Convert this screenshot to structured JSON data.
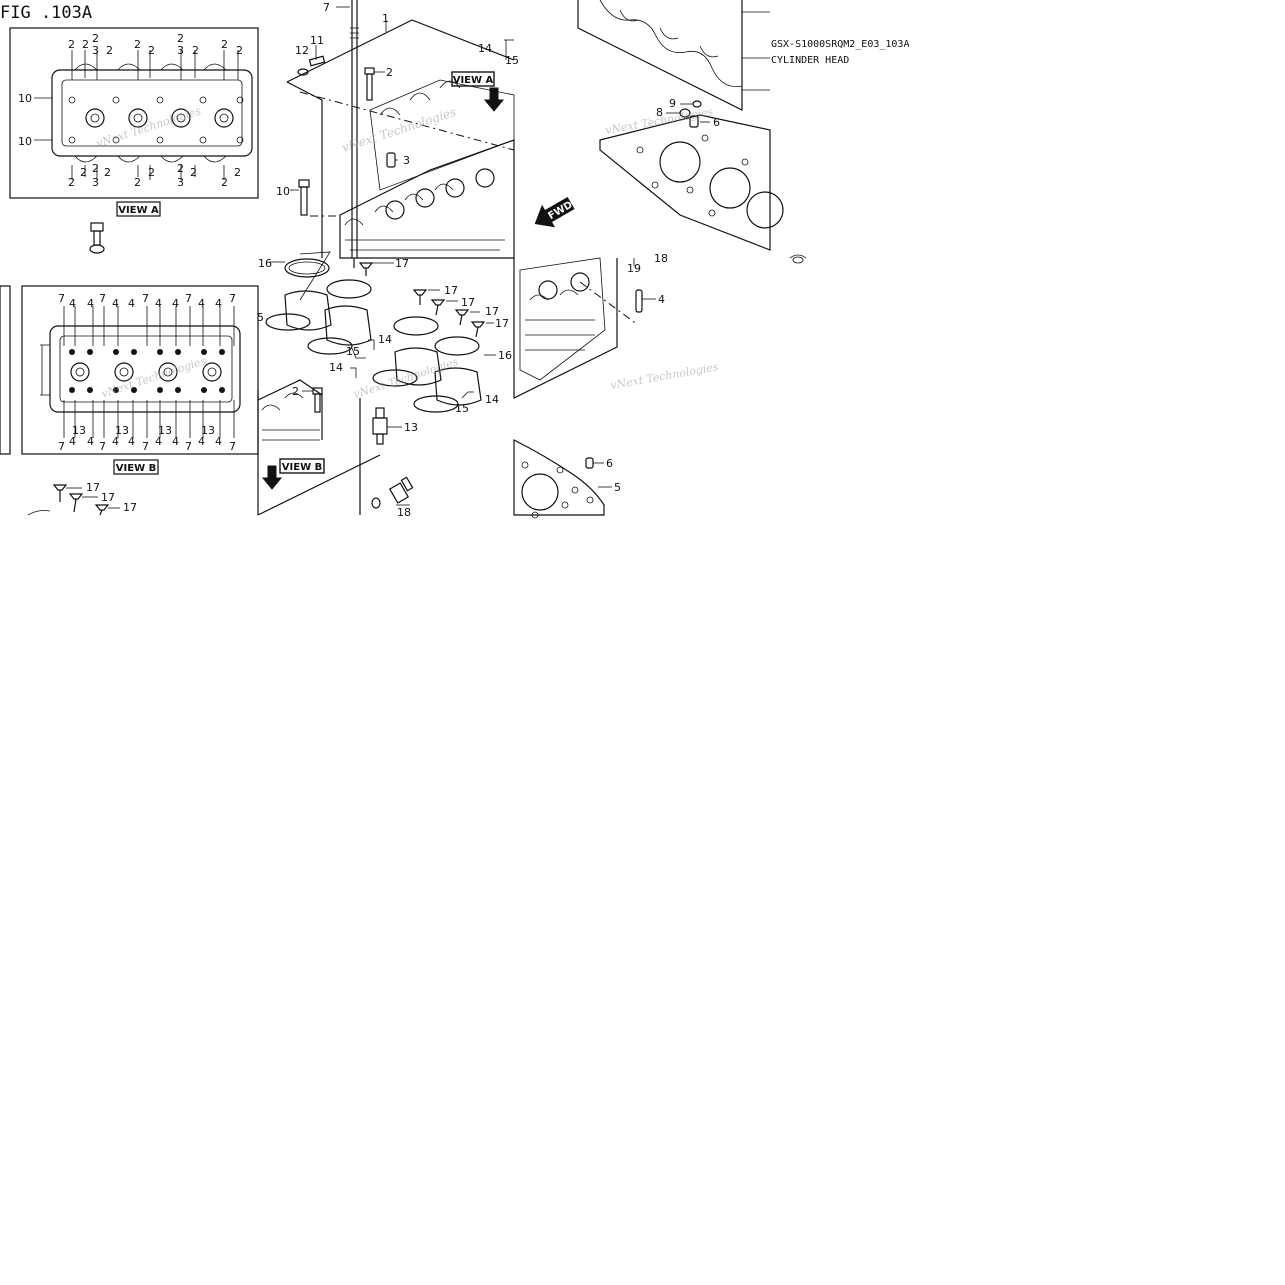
{
  "figure": {
    "label": "FIG .103A",
    "code": "GSX-S1000SRQM2_E03_103A",
    "name": "CYLINDER HEAD"
  },
  "views": {
    "a_label": "VIEW A",
    "b_label": "VIEW B",
    "fwd_label": "FWD"
  },
  "watermark": "vNext Technologies",
  "callouts": {
    "c1": "1",
    "c2": "2",
    "c3": "3",
    "c4": "4",
    "c5": "5",
    "c6": "6",
    "c7": "7",
    "c8": "8",
    "c9": "9",
    "c10": "10",
    "c11": "11",
    "c12": "12",
    "c13": "13",
    "c14": "14",
    "c15": "15",
    "c16": "16",
    "c17": "17",
    "c18": "18",
    "c19": "19"
  }
}
